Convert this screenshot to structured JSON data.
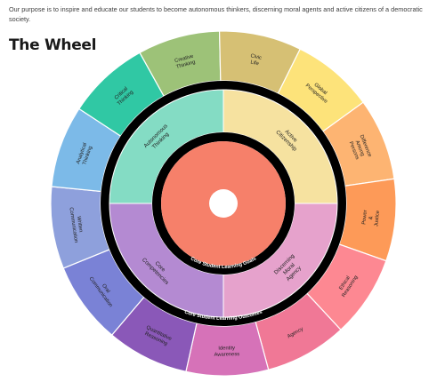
{
  "intro": {
    "line1": "Our purpose is to inspire and educate our students to become autonomous thinkers, discerning moral agents and active citizens of a democratic",
    "line2": "society."
  },
  "heading": "The Wheel",
  "wheel": {
    "colors": {
      "center_fill": "#f6806a",
      "ring_fill": "#000000",
      "hub_fill": "#ffffff"
    },
    "core_quadrants": [
      {
        "label": "Autonomous\nThinking",
        "color": "#84dcc4"
      },
      {
        "label": "Active\nCitizenship",
        "color": "#f6e2a0"
      },
      {
        "label": "Discerning\nMoral\nAgency",
        "color": "#e6a2cc"
      },
      {
        "label": "Core\nCompetencies",
        "color": "#b48ad2"
      }
    ],
    "ring_labels": {
      "inner": "Core Student Learning Goals",
      "outer": "Core Student Learning Outcomes"
    },
    "outer_segments": [
      {
        "label": "Creative\nThinking",
        "color": "#9dc278"
      },
      {
        "label": "Civic\nLife",
        "color": "#d6c074"
      },
      {
        "label": "Global\nPerspective",
        "color": "#fde37a"
      },
      {
        "label": "Difference\nAmong\nPersons",
        "color": "#fdb472"
      },
      {
        "label": "Power\n&\nJustice",
        "color": "#fd9a58"
      },
      {
        "label": "Ethical\nReasoning",
        "color": "#fd8892"
      },
      {
        "label": "Agency",
        "color": "#f07896"
      },
      {
        "label": "Identity\nAwareness",
        "color": "#d672b8"
      },
      {
        "label": "Quantitative\nReasoning",
        "color": "#8a58b8"
      },
      {
        "label": "Oral\nCommunication",
        "color": "#7a82d6"
      },
      {
        "label": "Written\nCommunication",
        "color": "#8ea0dc"
      },
      {
        "label": "Analytical\nThinking",
        "color": "#7cbae8"
      },
      {
        "label": "Critical\nThinking",
        "color": "#30c8a4"
      }
    ]
  }
}
